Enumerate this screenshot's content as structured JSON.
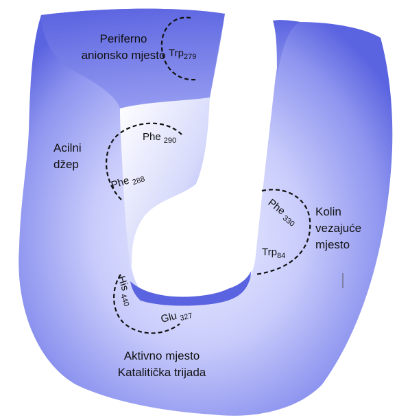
{
  "colors": {
    "enzyme_dark": "#5b64e0",
    "enzyme_light": "#e8eaff",
    "outline": "#111111"
  },
  "sites": {
    "peripheral": {
      "line1": "Periferno",
      "line2": "anionsko mjesto"
    },
    "acyl": {
      "line1": "Acilni",
      "line2": "džep"
    },
    "choline": {
      "line1": "Kolin",
      "line2": "vezajuće",
      "line3": "mjesto"
    },
    "active": {
      "line1": "Aktivno mjesto",
      "line2": "Katalitička trijada"
    }
  },
  "residues": {
    "trp279": {
      "name": "Trp",
      "num": "279"
    },
    "phe290": {
      "name": "Phe",
      "num": "290"
    },
    "phe288": {
      "name": "Phe",
      "num": "288"
    },
    "phe330": {
      "name": "Phe",
      "num": "330"
    },
    "trp84": {
      "name": "Trp",
      "num": "84"
    },
    "his440": {
      "name": "His",
      "num": "440"
    },
    "glu327": {
      "name": "Glu",
      "num": "327"
    }
  }
}
